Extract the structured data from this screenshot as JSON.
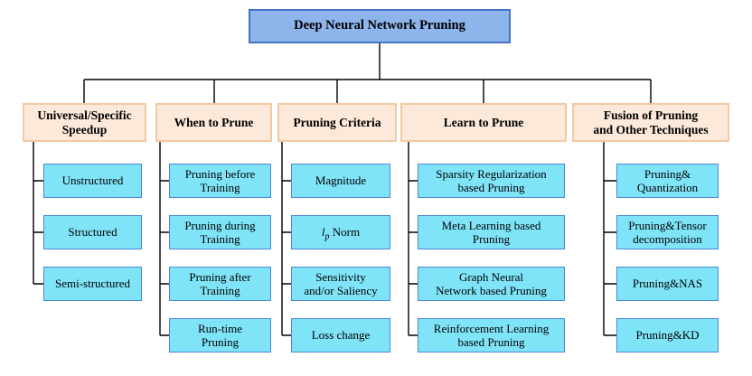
{
  "title": "Deep Neural Network Pruning",
  "colors": {
    "root_fill": "#8EB4EC",
    "root_border": "#4472C4",
    "category_fill": "#FDE9D9",
    "category_border": "#F0C9A0",
    "leaf_fill": "#7FE4F8",
    "leaf_border": "#4A86D8",
    "connector": "#000000",
    "background": "#FFFFFF"
  },
  "columns": [
    {
      "category": "Universal/Specific\nSpeedup",
      "leaves": [
        {
          "label": "Unstructured"
        },
        {
          "label": "Structured"
        },
        {
          "label": "Semi-structured"
        }
      ]
    },
    {
      "category": "When to Prune",
      "leaves": [
        {
          "label": "Pruning before\nTraining"
        },
        {
          "label": "Pruning during\nTraining"
        },
        {
          "label": "Pruning after\nTraining"
        },
        {
          "label": "Run-time\nPruning"
        }
      ]
    },
    {
      "category": "Pruning Criteria",
      "leaves": [
        {
          "label": "Magnitude"
        },
        {
          "label_prefix": "l",
          "label_sub": "p",
          "label_suffix": " Norm"
        },
        {
          "label": "Sensitivity\nand/or Saliency"
        },
        {
          "label": "Loss change"
        }
      ]
    },
    {
      "category": "Learn to Prune",
      "leaves": [
        {
          "label": "Sparsity Regularization\nbased Pruning"
        },
        {
          "label": "Meta Learning based\nPruning"
        },
        {
          "label": "Graph Neural\nNetwork based Pruning"
        },
        {
          "label": "Reinforcement Learning\nbased Pruning"
        }
      ]
    },
    {
      "category": "Fusion of Pruning\nand Other Techniques",
      "leaves": [
        {
          "label": "Pruning&\nQuantization"
        },
        {
          "label": "Pruning&Tensor\ndecomposition"
        },
        {
          "label": "Pruning&NAS"
        },
        {
          "label": "Pruning&KD"
        }
      ]
    }
  ]
}
